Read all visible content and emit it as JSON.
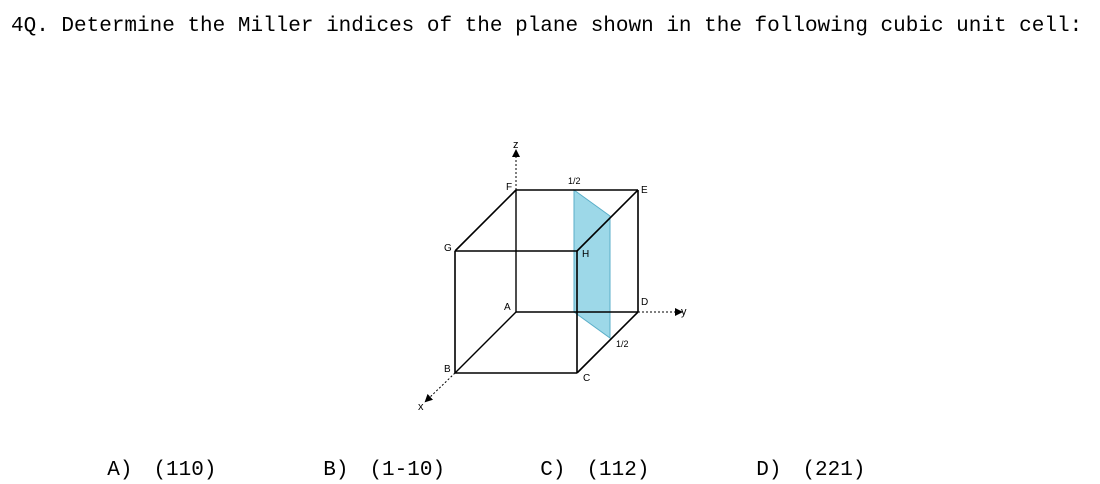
{
  "question": {
    "number": "4Q.",
    "text": "Determine the Miller indices of the plane shown in the following cubic unit cell:"
  },
  "figure": {
    "axis_labels": {
      "x": "x",
      "y": "y",
      "z": "z"
    },
    "vertex_labels": {
      "A": "A",
      "B": "B",
      "C": "C",
      "D": "D",
      "E": "E",
      "F": "F",
      "G": "G",
      "H": "H"
    },
    "intercept_labels": {
      "top": "1/2",
      "bottom": "1/2"
    },
    "plane_color": "#9dd8e8"
  },
  "choices": [
    {
      "letter": "A)",
      "value": "(110)"
    },
    {
      "letter": "B)",
      "value": "(1-10)"
    },
    {
      "letter": "C)",
      "value": "(112)"
    },
    {
      "letter": "D)",
      "value": "(221)"
    }
  ]
}
